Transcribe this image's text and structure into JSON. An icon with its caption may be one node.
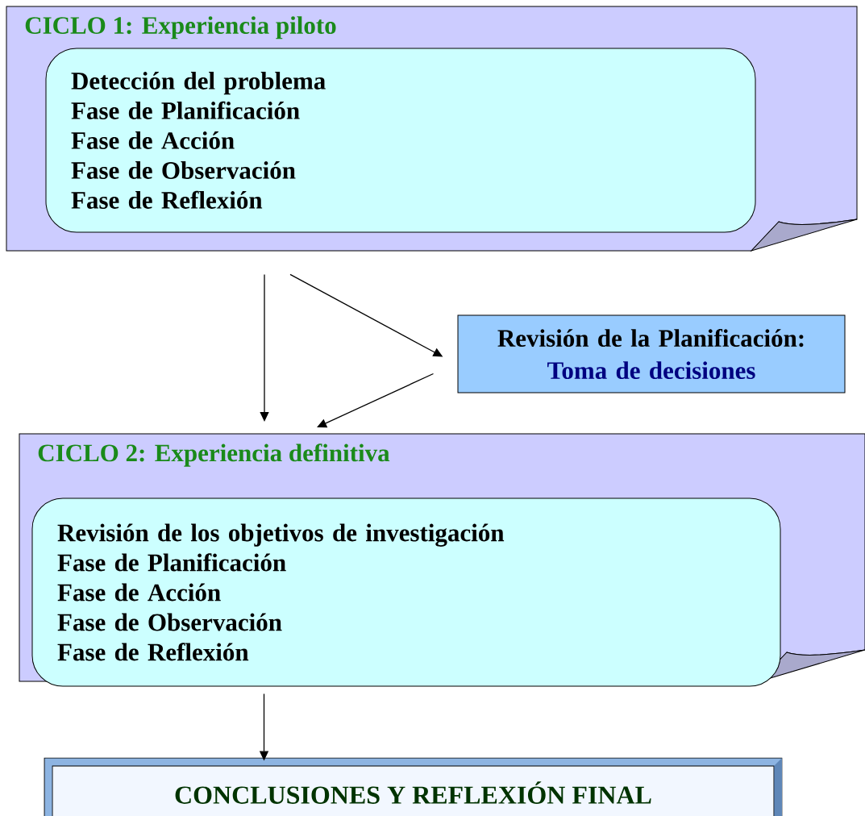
{
  "diagram": {
    "nodes": [
      {
        "text": [
          "CICLO 1: Experiencia piloto"
        ]
      },
      {
        "text": [
          "Detección del problema",
          "Fase de Planificación",
          "Fase de Acción",
          "Fase de Observación",
          "Fase de Reflexión"
        ],
        "in": 0
      },
      {
        "text": [
          "Revisión de la Planificación:",
          "Toma de decisiones"
        ]
      },
      {
        "text": [
          "CICLO 2: Experiencia definitiva"
        ]
      },
      {
        "text": [
          "Revisión de los objetivos de investigación",
          "Fase de Planificación",
          "Fase de Acción",
          "Fase de Observación",
          "Fase de Reflexión"
        ],
        "in": 3
      },
      {
        "text": [
          "CONCLUSIONES Y REFLEXIÓN FINAL"
        ]
      }
    ],
    "edges": [
      {
        "from": 0,
        "to": 3,
        "arrow": "to"
      },
      {
        "from": 0,
        "to": 2,
        "arrow": "to"
      },
      {
        "from": 2,
        "to": 3,
        "arrow": "to"
      },
      {
        "from": 4,
        "to": 5,
        "arrow": "to"
      }
    ]
  }
}
